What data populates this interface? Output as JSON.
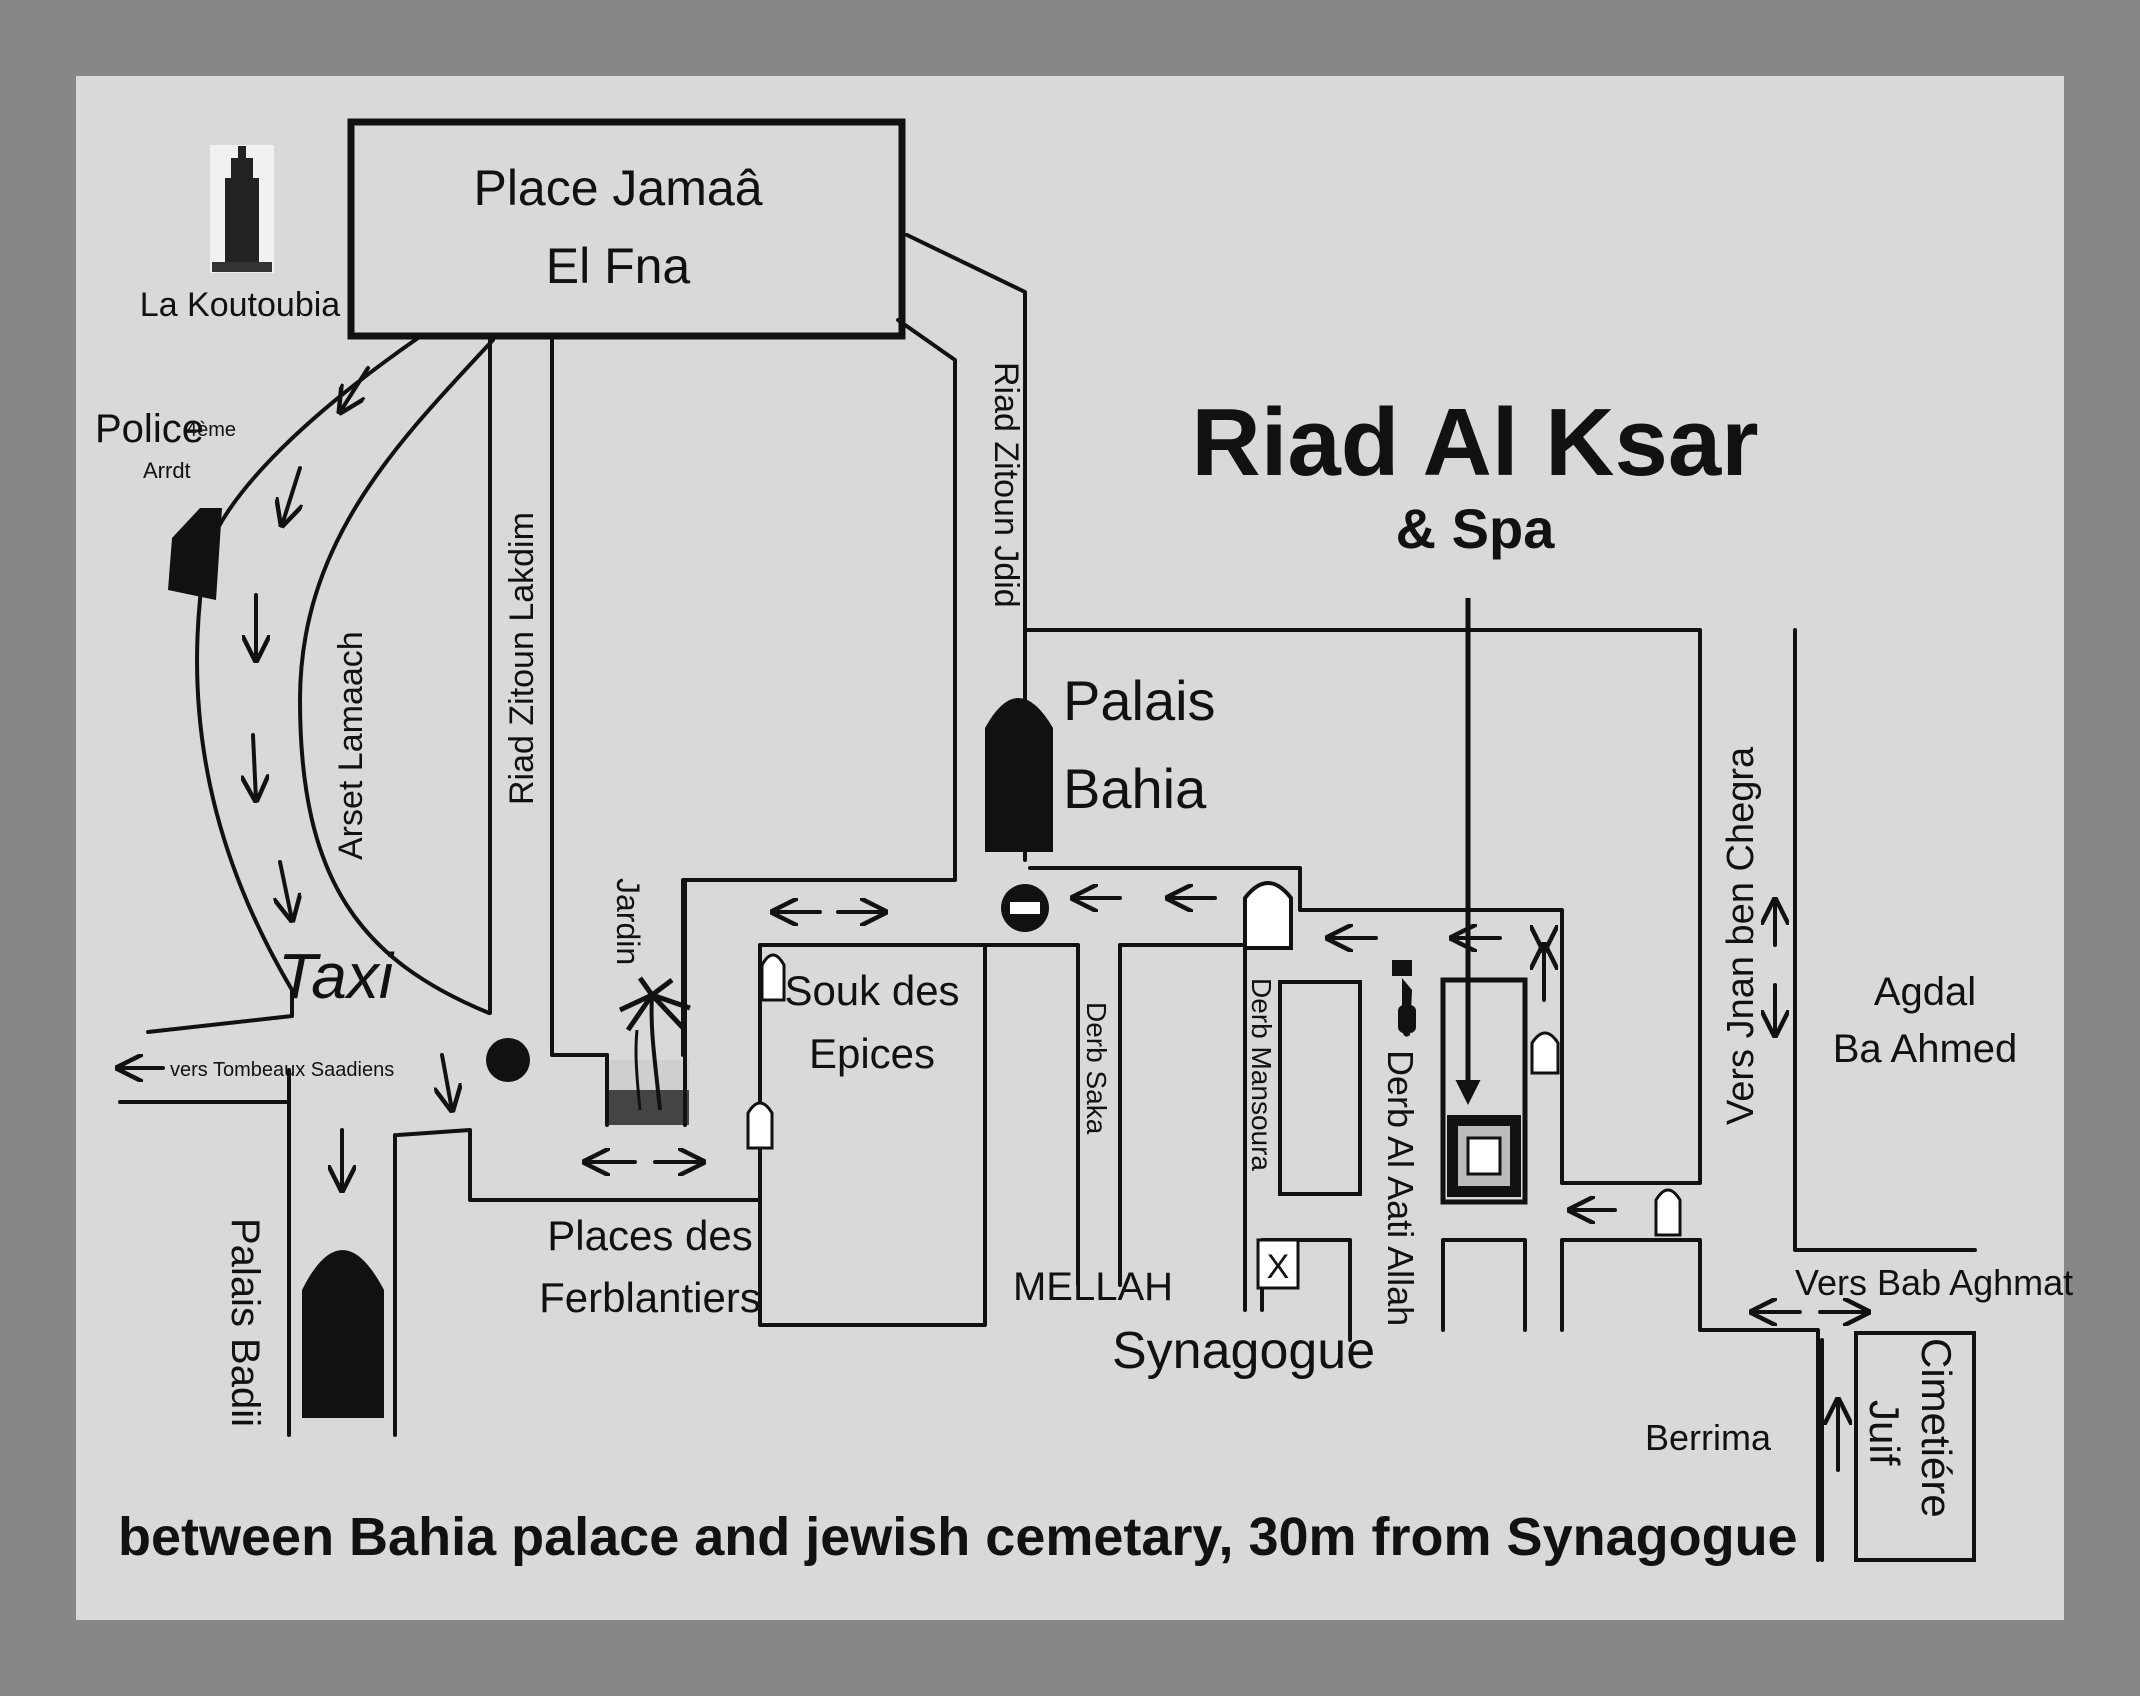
{
  "places": {
    "jemaa_line1": "Place Jamaâ",
    "jemaa_line2": "El Fna",
    "koutoubia": "La Koutoubia",
    "police": "Police",
    "police_sup": "4ème",
    "police_arrdt": "Arrdt",
    "taxi": "Taxi",
    "vers_tombeaux": "vers Tombeaux Saadiens",
    "palais_badii": "Palais Badii",
    "palais_bahia_1": "Palais",
    "palais_bahia_2": "Bahia",
    "souk_1": "Souk des",
    "souk_2": "Epices",
    "ferblantiers_1": "Places des",
    "ferblantiers_2": "Ferblantiers",
    "mellah": "MELLAH",
    "synagogue": "Synagogue",
    "berrima": "Berrima",
    "agdal_1": "Agdal",
    "agdal_2": "Ba Ahmed",
    "vers_bab_aghmat": "Vers Bab Aghmat",
    "cimetiere_1": "Cimetiére",
    "cimetiere_2": "Juif"
  },
  "streets": {
    "arset_lamaach": "Arset Lamaach",
    "riad_zitoun_lakdim": "Riad Zitoun Lakdim",
    "riad_zitoun_jdid": "Riad Zitoun Jdid",
    "jardin": "Jardin",
    "derb_saka": "Derb Saka",
    "derb_mansoura": "Derb Mansoura",
    "derb_al_aati_allah": "Derb Al Aati Allah",
    "vers_jnan": "Vers Jnan ben Chegra"
  },
  "hotel": {
    "name": "Riad Al Ksar",
    "sub": "& Spa"
  },
  "synagogue_marker": "X",
  "footer": "between Bahia palace and  jewish cemetary, 30m from  Synagogue",
  "colors": {
    "background": "#878787",
    "map": "#d9d9d9",
    "ink": "#111111"
  }
}
